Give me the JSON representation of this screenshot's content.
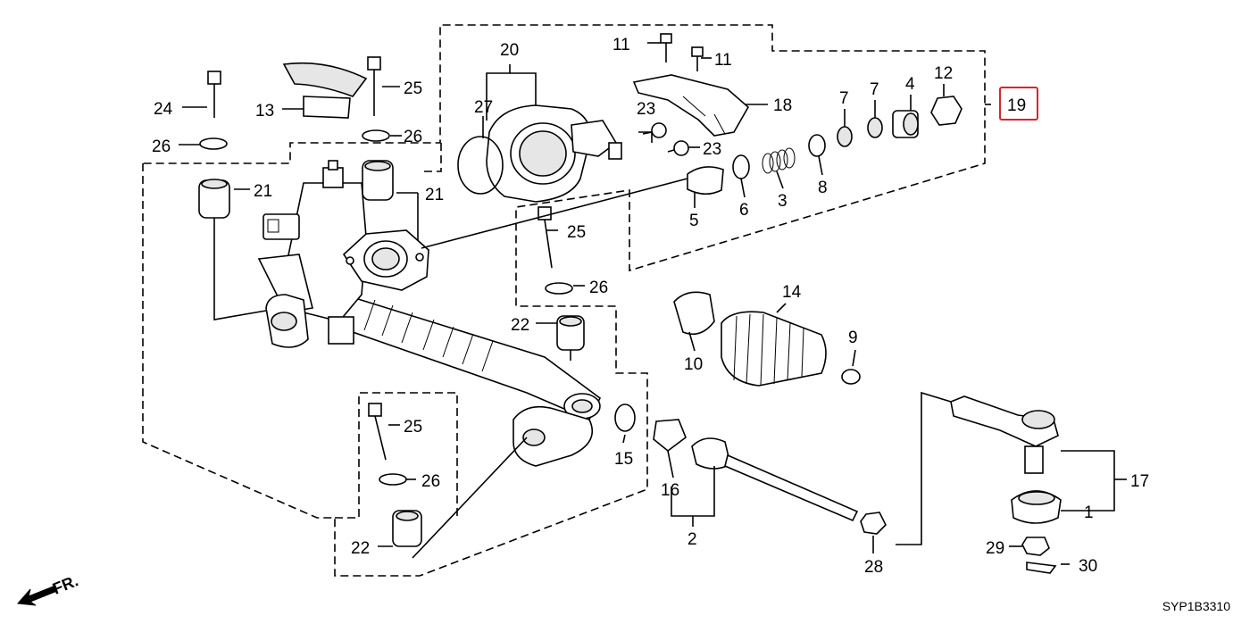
{
  "diagram": {
    "reference_code": "SYP1B3310",
    "front_indicator": "FR.",
    "highlight_color": "#d9242b",
    "labels": [
      {
        "id": "1",
        "text": "1"
      },
      {
        "id": "2",
        "text": "2"
      },
      {
        "id": "3",
        "text": "3"
      },
      {
        "id": "4",
        "text": "4"
      },
      {
        "id": "5",
        "text": "5"
      },
      {
        "id": "6",
        "text": "6"
      },
      {
        "id": "7a",
        "text": "7"
      },
      {
        "id": "7b",
        "text": "7"
      },
      {
        "id": "8",
        "text": "8"
      },
      {
        "id": "9",
        "text": "9"
      },
      {
        "id": "10",
        "text": "10"
      },
      {
        "id": "11a",
        "text": "11"
      },
      {
        "id": "11b",
        "text": "11"
      },
      {
        "id": "12",
        "text": "12"
      },
      {
        "id": "13",
        "text": "13"
      },
      {
        "id": "14",
        "text": "14"
      },
      {
        "id": "15",
        "text": "15"
      },
      {
        "id": "16",
        "text": "16"
      },
      {
        "id": "17",
        "text": "17"
      },
      {
        "id": "18",
        "text": "18"
      },
      {
        "id": "19",
        "text": "19"
      },
      {
        "id": "20",
        "text": "20"
      },
      {
        "id": "21a",
        "text": "21"
      },
      {
        "id": "21b",
        "text": "21"
      },
      {
        "id": "22a",
        "text": "22"
      },
      {
        "id": "22b",
        "text": "22"
      },
      {
        "id": "23a",
        "text": "23"
      },
      {
        "id": "23b",
        "text": "23"
      },
      {
        "id": "24",
        "text": "24"
      },
      {
        "id": "25a",
        "text": "25"
      },
      {
        "id": "25b",
        "text": "25"
      },
      {
        "id": "25c",
        "text": "25"
      },
      {
        "id": "26a",
        "text": "26"
      },
      {
        "id": "26b",
        "text": "26"
      },
      {
        "id": "26c",
        "text": "26"
      },
      {
        "id": "26d",
        "text": "26"
      },
      {
        "id": "27",
        "text": "27"
      },
      {
        "id": "28",
        "text": "28"
      },
      {
        "id": "29",
        "text": "29"
      },
      {
        "id": "30",
        "text": "30"
      }
    ]
  }
}
